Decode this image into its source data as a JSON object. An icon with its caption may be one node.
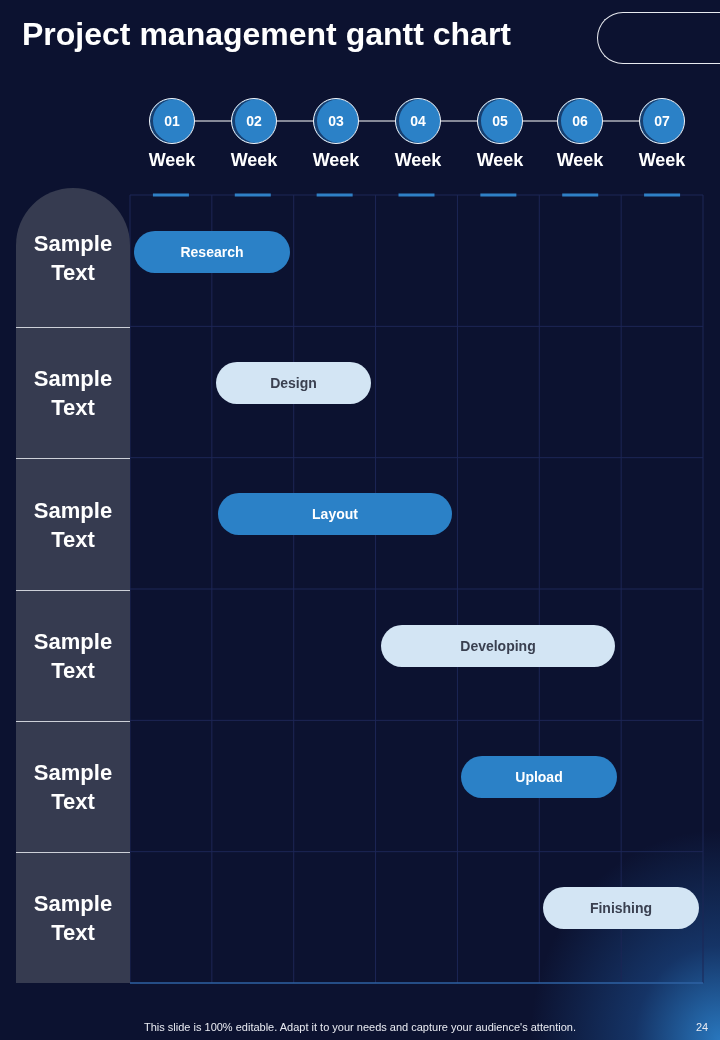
{
  "diagram": {
    "title": "Project management gantt chart",
    "nodes": [
      {
        "text": [
          "01"
        ],
        "beside": [
          "Week"
        ]
      },
      {
        "text": [
          "02"
        ],
        "beside": [
          "Week"
        ]
      },
      {
        "text": [
          "03"
        ],
        "beside": [
          "Week"
        ]
      },
      {
        "text": [
          "04"
        ],
        "beside": [
          "Week"
        ]
      },
      {
        "text": [
          "05"
        ],
        "beside": [
          "Week"
        ]
      },
      {
        "text": [
          "06"
        ],
        "beside": [
          "Week"
        ]
      },
      {
        "text": [
          "07"
        ],
        "beside": [
          "Week"
        ]
      },
      {
        "text": [
          "Sample Text"
        ]
      },
      {
        "text": [
          "Research"
        ]
      },
      {
        "text": [
          "Sample Text"
        ]
      },
      {
        "text": [
          "Design"
        ]
      },
      {
        "text": [
          "Sample Text"
        ]
      },
      {
        "text": [
          "Layout"
        ]
      },
      {
        "text": [
          "Sample Text"
        ]
      },
      {
        "text": [
          "Developing"
        ]
      },
      {
        "text": [
          "Sample Text"
        ]
      },
      {
        "text": [
          "Upload"
        ]
      },
      {
        "text": [
          "Sample Text"
        ]
      },
      {
        "text": [
          "Finishing"
        ]
      }
    ],
    "edges": [
      {
        "from": 0,
        "to": 1,
        "arrow": "none"
      },
      {
        "from": 1,
        "to": 2,
        "arrow": "none"
      },
      {
        "from": 2,
        "to": 3,
        "arrow": "none"
      },
      {
        "from": 3,
        "to": 4,
        "arrow": "none"
      },
      {
        "from": 4,
        "to": 5,
        "arrow": "none"
      },
      {
        "from": 5,
        "to": 6,
        "arrow": "none"
      }
    ],
    "labels": [
      "This slide is 100% editable. Adapt it to your needs and capture your audience's attention.",
      "24"
    ]
  }
}
